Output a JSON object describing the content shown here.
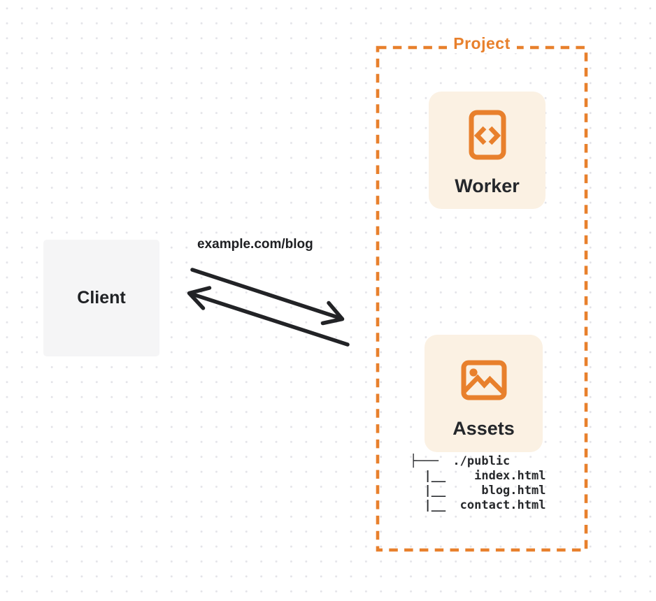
{
  "colors": {
    "accent_orange": "#e8802c",
    "card_background": "#fbf1e3",
    "client_background": "#f5f5f6",
    "arrow_black": "#222326",
    "dark_text": "#24272b",
    "dot_grid": "#e3e3e8"
  },
  "client": {
    "label": "Client"
  },
  "request": {
    "url_label": "example.com/blog"
  },
  "project": {
    "label": "Project",
    "worker": {
      "label": "Worker",
      "icon": "code-file-icon"
    },
    "assets": {
      "label": "Assets",
      "icon": "image-icon"
    },
    "file_tree": {
      "text": "├───  ./public\n  |__    index.html\n  |__     blog.html\n  |__  contact.html",
      "root": "./public",
      "files": [
        "index.html",
        "blog.html",
        "contact.html"
      ]
    }
  }
}
